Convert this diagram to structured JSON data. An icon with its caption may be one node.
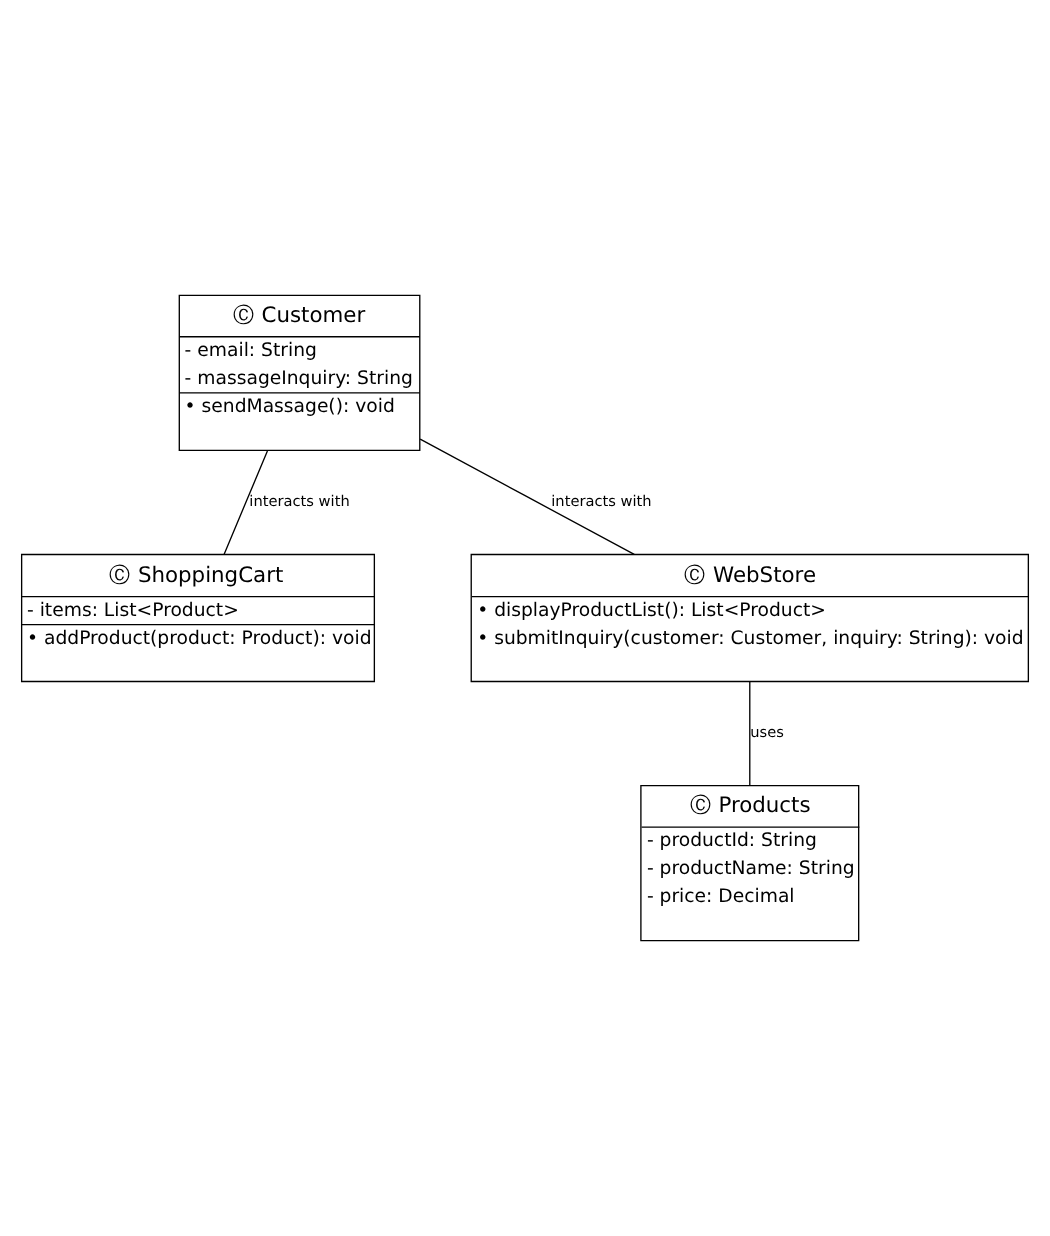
{
  "diagram": {
    "nodes": [
      {
        "text": [
          "Ⓒ Customer",
          "- email: String",
          "- massageInquiry: String",
          "• sendMassage(): void"
        ]
      },
      {
        "text": [
          "Ⓒ ShoppingCart",
          "- items: List<Product>",
          "• addProduct(product: Product): void"
        ]
      },
      {
        "text": [
          "Ⓒ WebStore",
          "• displayProductList(): List<Product>",
          "• submitInquiry(customer: Customer, inquiry: String): void"
        ]
      },
      {
        "text": [
          "Ⓒ Products",
          "- productId: String",
          "- productName: String",
          "- price: Decimal"
        ]
      }
    ],
    "edges": [
      {
        "from": 0,
        "to": 1,
        "arrow": "none",
        "label": "interacts with"
      },
      {
        "from": 0,
        "to": 2,
        "arrow": "none",
        "label": "interacts with"
      },
      {
        "from": 2,
        "to": 3,
        "arrow": "none",
        "label": "uses"
      }
    ]
  }
}
